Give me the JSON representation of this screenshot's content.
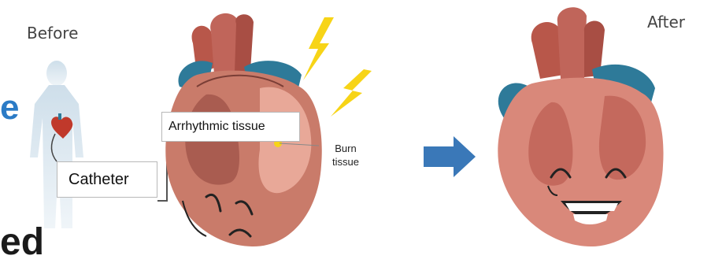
{
  "labels": {
    "before": "Before",
    "after": "After",
    "arrhythmic_tissue": "Arrhythmic tissue",
    "catheter": "Catheter",
    "burn_tissue_line1": "Burn",
    "burn_tissue_line2": "tissue"
  },
  "cut_off_text": {
    "left_fragment": "e",
    "bottom_fragment": "ed"
  },
  "colors": {
    "heart_body": "#c97b6a",
    "heart_light": "#e8a898",
    "heart_dark": "#7a3e36",
    "vessel_red": "#b8574a",
    "vessel_blue": "#2e7a99",
    "lightning": "#f7d417",
    "arrow_blue": "#3a78b8",
    "text_blue": "#2b7bc6",
    "body_silhouette": "#d8e6f0"
  }
}
